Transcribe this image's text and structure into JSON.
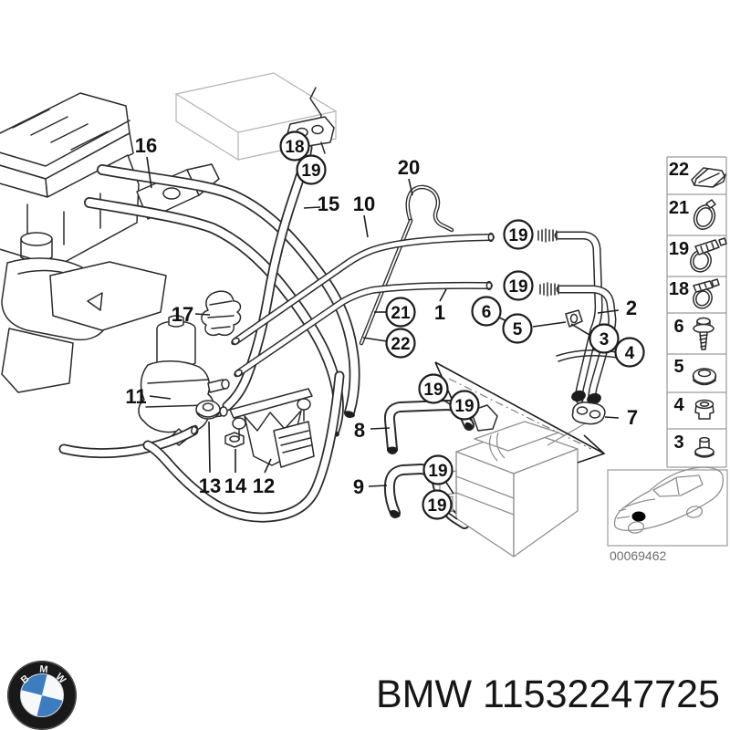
{
  "part_labels": {
    "n1": "1",
    "n2": "2",
    "n3": "3",
    "n4": "4",
    "n5": "5",
    "n6": "6",
    "n7": "7",
    "n8": "8",
    "n9": "9",
    "n10": "10",
    "n11": "11",
    "n12": "12",
    "n13": "13",
    "n14": "14",
    "n15": "15",
    "n16": "16",
    "n17": "17",
    "n18": "18",
    "n19": "19",
    "n20": "20",
    "n21": "21",
    "n22": "22"
  },
  "sidebar": {
    "items": [
      {
        "number": "22",
        "icon": "band-clamp-icon"
      },
      {
        "number": "21",
        "icon": "ring-clamp-icon"
      },
      {
        "number": "19",
        "icon": "worm-drive-clamp-icon"
      },
      {
        "number": "18",
        "icon": "hose-clamp-icon"
      },
      {
        "number": "6",
        "icon": "screw-icon"
      },
      {
        "number": "5",
        "icon": "grommet-icon"
      },
      {
        "number": "4",
        "icon": "expanding-nut-icon"
      },
      {
        "number": "3",
        "icon": "plug-rivet-icon"
      }
    ]
  },
  "car_box": {
    "code": "00069462"
  },
  "footer": {
    "part_text": "BMW 11532247725"
  },
  "logo": {
    "letters": [
      "B",
      "M",
      "W"
    ],
    "blue": "#3d7dbf",
    "black": "#191919"
  },
  "colors": {
    "line": "#2b2b2b",
    "ghost": "#b3b3b3",
    "muted": "#8f8f8f"
  }
}
